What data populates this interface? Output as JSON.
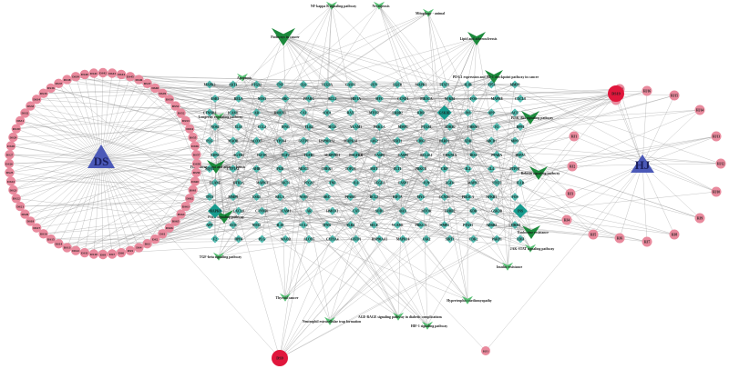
{
  "herb_hubs": [
    {
      "id": "hub-left",
      "label": "DS",
      "color": "#4b59b8"
    },
    {
      "id": "hub-right",
      "label": "HJ",
      "color": "#4b59b8"
    }
  ],
  "herb_hub_right_caption": "HJ",
  "compound_prefix_left": "DS",
  "compound_prefix_right": "HJ",
  "shared_compounds": [
    {
      "id": "c-top-right",
      "label": "DS19",
      "color": "#e0173c"
    },
    {
      "id": "c-bottom",
      "label": "DS9",
      "color": "#e0173c"
    }
  ],
  "left_compounds": [
    "DS42",
    "DS43",
    "DS44",
    "DS45",
    "DS46",
    "DS47",
    "DS48",
    "DS49",
    "DS50",
    "DS51",
    "DS52",
    "DS53",
    "DS54",
    "DS55",
    "DS56",
    "DS57",
    "DS58",
    "DS59",
    "DS60",
    "DS61",
    "DS62",
    "DS63",
    "DS64",
    "DS65",
    "DS66",
    "DS1",
    "DS2",
    "DS3",
    "DS4",
    "DS5",
    "DS6",
    "DS7",
    "DS8",
    "DS10",
    "DS11",
    "DS12",
    "DS13",
    "DS14",
    "DS15",
    "DS16",
    "DS17",
    "DS18",
    "DS20",
    "DS21",
    "DS22",
    "DS23",
    "DS24",
    "DS25",
    "DS26",
    "DS27",
    "DS28",
    "DS29",
    "DS30",
    "DS31",
    "DS32",
    "DS33",
    "DS34",
    "DS35",
    "DS36",
    "DS37",
    "DS38",
    "DS39",
    "DS40",
    "DS41"
  ],
  "right_compounds": [
    "HJ11",
    "HJ17",
    "HJ16",
    "HJ15",
    "HJ14",
    "HJ13",
    "HJ12",
    "HJ10",
    "HJ9",
    "HJ8",
    "HJ7",
    "HJ6",
    "HJ5",
    "HJ4",
    "HJ3",
    "HJ2",
    "HJ1"
  ],
  "colors": {
    "compound": "#e98a9d",
    "compound_shared": "#e0173c",
    "herb": "#4b59b8",
    "target": "#3ab5a8",
    "target_hub": "#169b8e",
    "pathway_dark": "#1c8a3c",
    "pathway_light": "#55bf73",
    "edge": "#8a8a8a"
  },
  "targets": [
    "MAPK3",
    "AKT1",
    "PTGS2",
    "TNF",
    "IL6",
    "VEGFA",
    "CASP3",
    "JUN",
    "EGFR",
    "MAPK1",
    "STAT3",
    "IL1B",
    "TP53",
    "MMP9",
    "ESR1",
    "RELA",
    "NOS3",
    "SRC",
    "PPARG",
    "BCL2",
    "HIF1A",
    "MYC",
    "CCND1",
    "PIK3CA",
    "NFKB1",
    "FOS",
    "MAPK8",
    "CXCL8",
    "CTNNB1",
    "ICAM1",
    "AR",
    "HMOX1",
    "CAT",
    "SOD1",
    "BAX",
    "MTOR",
    "ERBB2",
    "KDR",
    "GSK3B",
    "INS",
    "APP",
    "ACE",
    "NOS2",
    "IL10",
    "CCL2",
    "IFNG",
    "TLR4",
    "SELE",
    "VCAM1",
    "PRKCA",
    "MMP2",
    "PTGS1",
    "ADRB2",
    "CHRM1",
    "F2",
    "DPP4",
    "PLG",
    "MAOB",
    "ALOX5",
    "CYP3A4",
    "GSTP1",
    "HSP90AA1",
    "MAPK14",
    "JAK2",
    "SIRT1",
    "CDK2",
    "PARP1",
    "XDH",
    "ABCB1",
    "MPO",
    "EDN1",
    "AGTR1",
    "IGF1R",
    "FGF2",
    "TGFB1",
    "SERPINE1",
    "PDGFRB",
    "CASP9",
    "CASP8",
    "BCL2L1",
    "CDKN1A",
    "IRS1",
    "PPARA",
    "HSPA5",
    "NQO1",
    "CYP1A1",
    "AHR",
    "PGR",
    "NR3C1",
    "CHEK1",
    "TOP2A",
    "MET",
    "FLT1",
    "PRKCB",
    "CRP",
    "IL2",
    "IL4",
    "PTPN1",
    "ELANE",
    "HTR2A"
  ],
  "pathways": [
    {
      "label": "NF-kappa B signaling pathway",
      "color": "#55bf73",
      "size": "small"
    },
    {
      "label": "Necroptosis",
      "color": "#55bf73",
      "size": "small"
    },
    {
      "label": "Mitophagy - animal",
      "color": "#55bf73",
      "size": "small"
    },
    {
      "label": "Pathways in cancer",
      "color": "#1c8a3c",
      "size": "large"
    },
    {
      "label": "Lipid and atherosclerosis",
      "color": "#1c8a3c",
      "size": "medium"
    },
    {
      "label": "Apoptosis",
      "color": "#55bf73",
      "size": "small"
    },
    {
      "label": "PD-L1 expression and PD-1 checkpoint pathway in cancer",
      "color": "#1c8a3c",
      "size": "medium"
    },
    {
      "label": "Longevity regulating pathway",
      "color": "#55bf73",
      "size": "small"
    },
    {
      "label": "PI3K-Akt signaling pathway",
      "color": "#1c8a3c",
      "size": "medium"
    },
    {
      "label": "Fluid shear stress and atherosclerosis",
      "color": "#1c8a3c",
      "size": "medium"
    },
    {
      "label": "Relaxin signaling pathway",
      "color": "#1c8a3c",
      "size": "medium"
    },
    {
      "label": "Endocrine resistance",
      "color": "#1c8a3c",
      "size": "medium"
    },
    {
      "label": "FoxO signaling pathway",
      "color": "#1c8a3c",
      "size": "medium"
    },
    {
      "label": "JAK-STAT signaling pathway",
      "color": "#55bf73",
      "size": "small"
    },
    {
      "label": "TGF-beta signaling pathway",
      "color": "#55bf73",
      "size": "small"
    },
    {
      "label": "Insulin resistance",
      "color": "#55bf73",
      "size": "small"
    },
    {
      "label": "Thyroid cancer",
      "color": "#55bf73",
      "size": "small"
    },
    {
      "label": "Neutrophil extracellular trap formation",
      "color": "#55bf73",
      "size": "small"
    },
    {
      "label": "AGE-RAGE signaling pathway in diabetic complications",
      "color": "#55bf73",
      "size": "small"
    },
    {
      "label": "HIF-1 signaling pathway",
      "color": "#55bf73",
      "size": "small"
    },
    {
      "label": "Hypertrophic cardiomyopathy",
      "color": "#55bf73",
      "size": "small"
    }
  ]
}
